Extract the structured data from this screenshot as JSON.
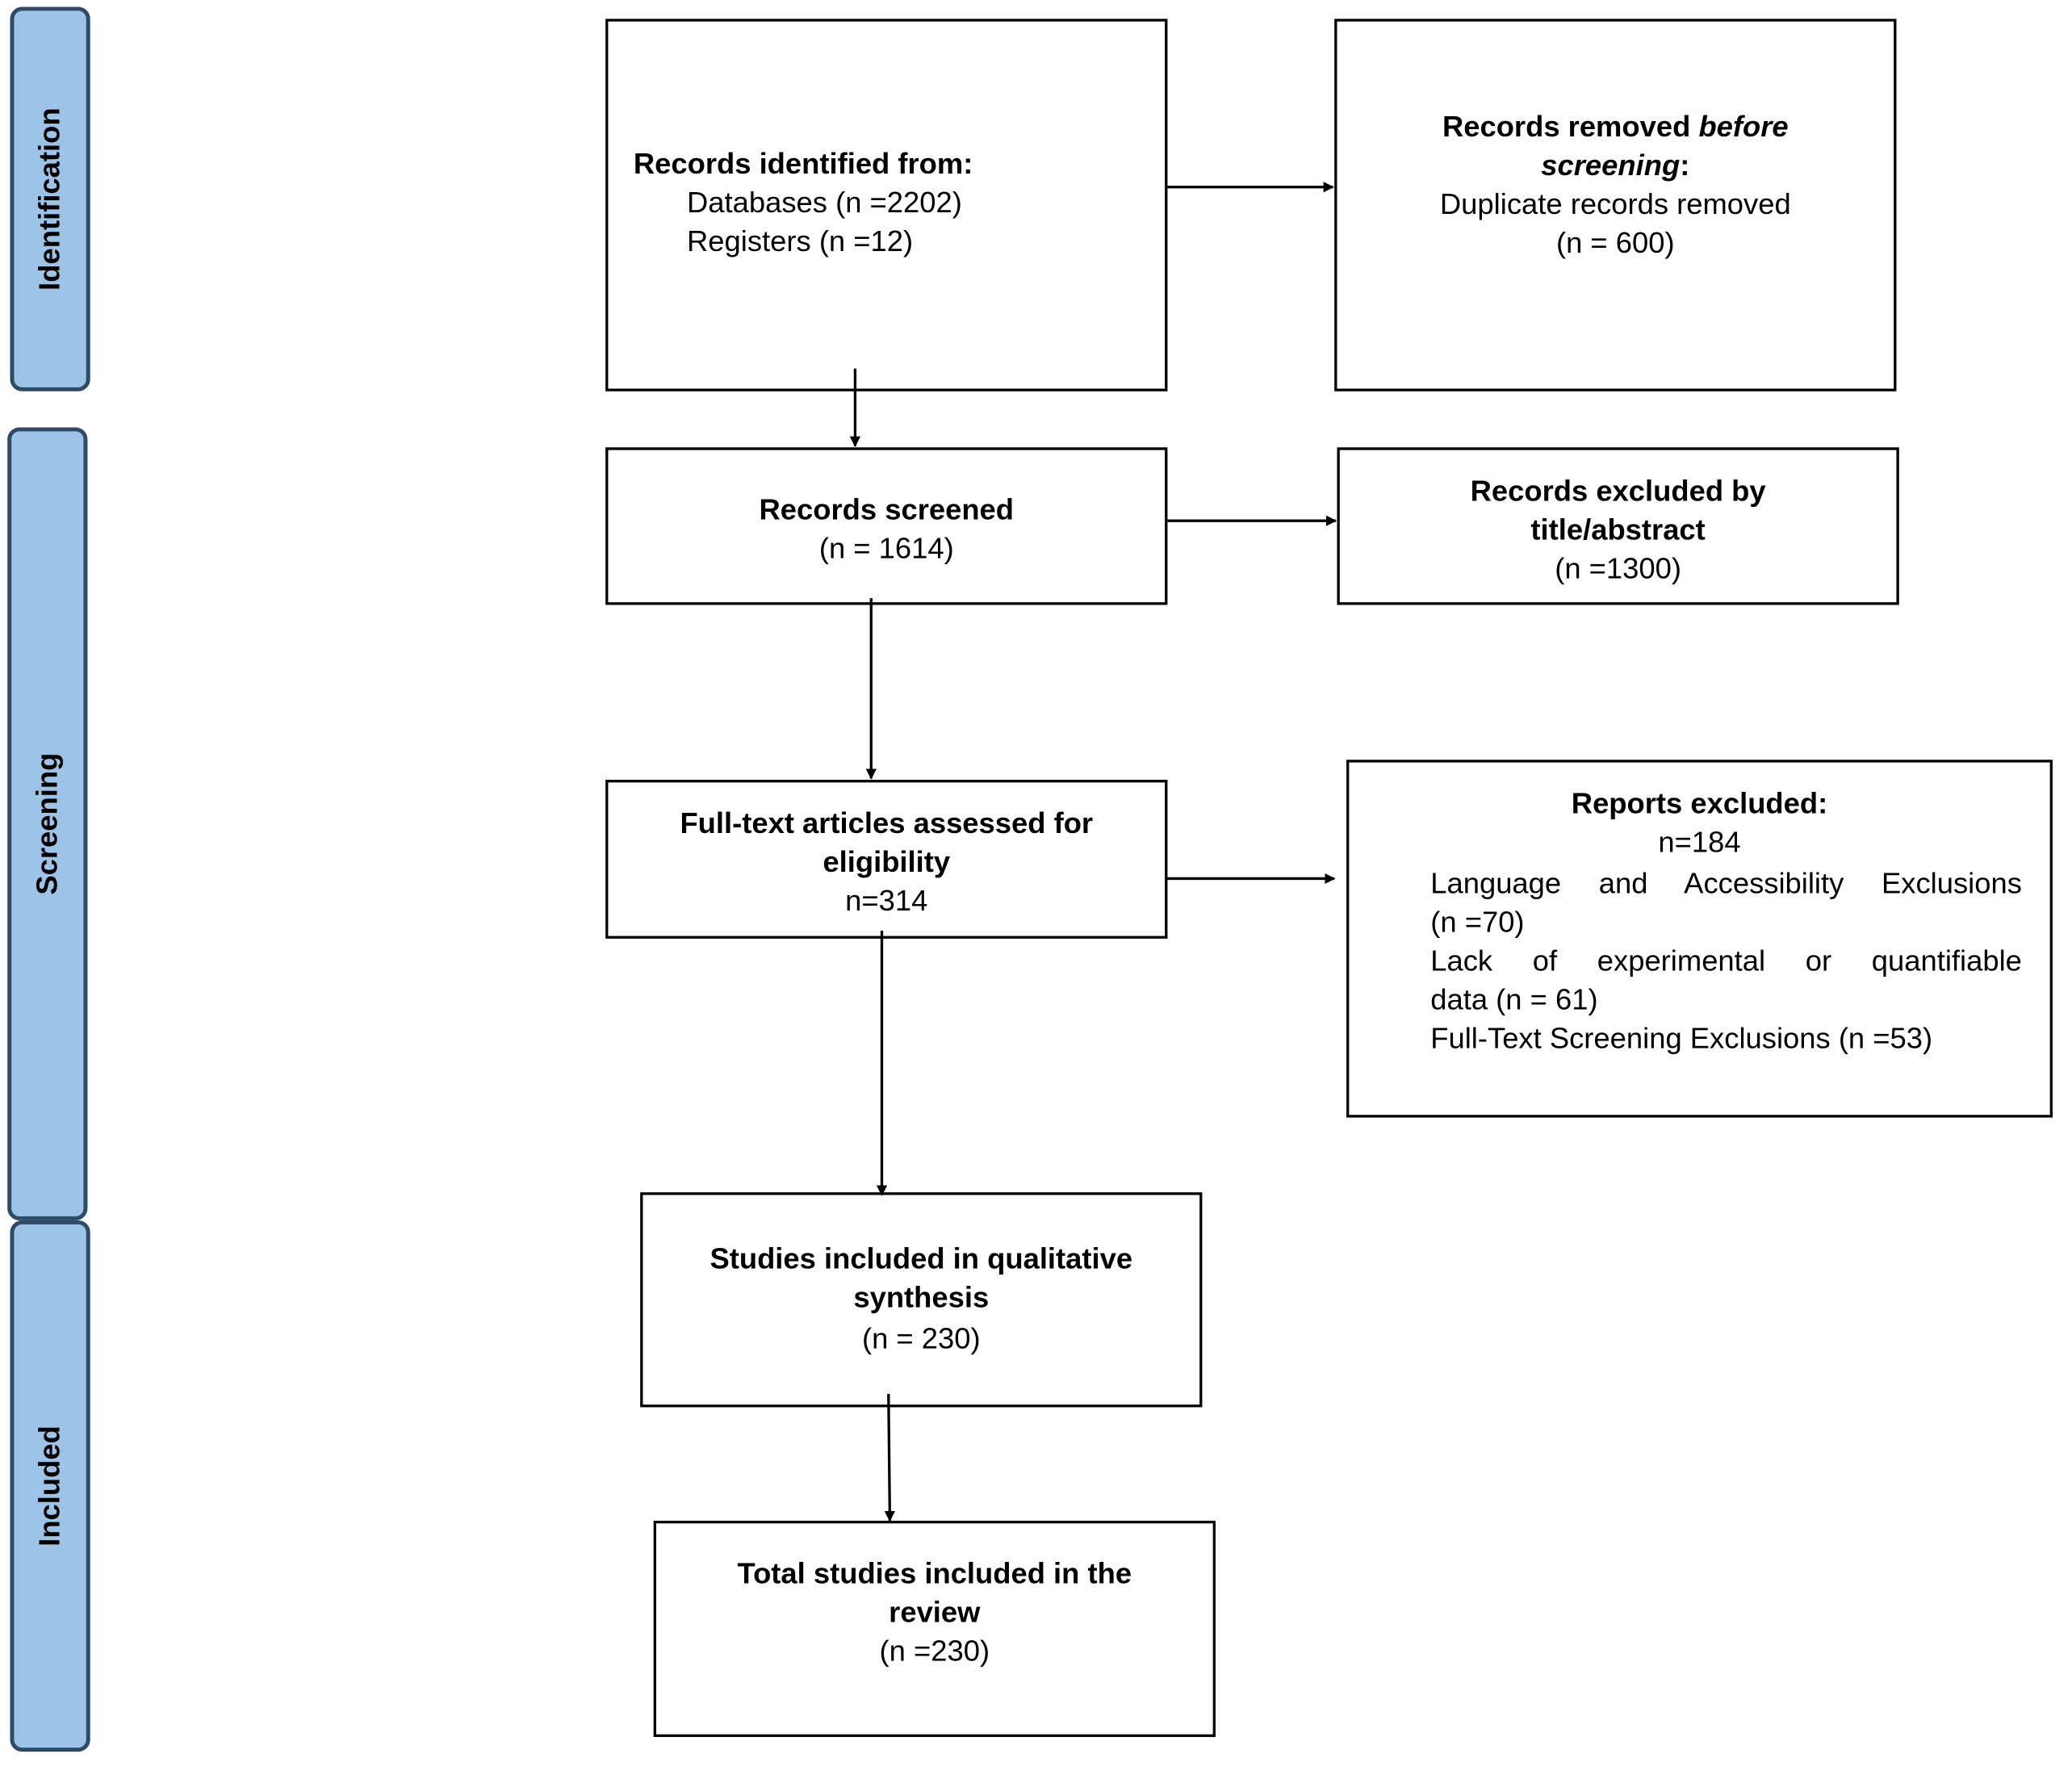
{
  "phases": {
    "identification": "Identification",
    "screening": "Screening",
    "included": "Included"
  },
  "identified": {
    "heading": "Records identified from:",
    "databases": "Databases (n =2202)",
    "registers": "Registers (n =12)"
  },
  "removed": {
    "heading_a": "Records removed ",
    "heading_italic_a": "before",
    "heading_italic_b": "screening",
    "heading_colon": ":",
    "line1": "Duplicate records removed",
    "line2": "(n = 600)"
  },
  "screened": {
    "heading": "Records screened",
    "count": "(n = 1614)"
  },
  "excluded_title": {
    "heading_1": "Records excluded by",
    "heading_2": "title/abstract",
    "count": "(n =1300)"
  },
  "fulltext": {
    "heading_1": "Full-text articles assessed for",
    "heading_2": "eligibility",
    "count": "n=314"
  },
  "reports_excluded": {
    "heading": "Reports excluded:",
    "count": "n=184",
    "reason1_a": "Language and Accessibility Exclusions",
    "reason1_b": "(n =70)",
    "reason2_a": "Lack of experimental or quantifiable",
    "reason2_b": "data (n = 61)",
    "reason3": "Full-Text Screening Exclusions (n =53)"
  },
  "qualitative": {
    "heading_1": "Studies included in qualitative",
    "heading_2": "synthesis",
    "count": "(n = 230)"
  },
  "total": {
    "heading_1": "Total studies included in the",
    "heading_2": "review",
    "count": "(n =230)"
  }
}
